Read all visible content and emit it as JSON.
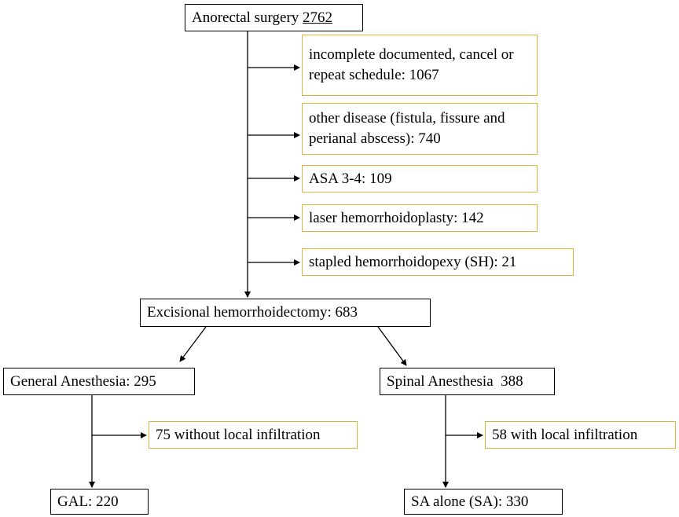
{
  "colors": {
    "exclusion_border": "#e0b33a",
    "main_border": "#000000",
    "arrow": "#000000"
  },
  "top": {
    "label": "Anorectal surgery",
    "count": "2762"
  },
  "exclusions": [
    "incomplete documented, cancel or repeat schedule: 1067",
    "other disease (fistula, fissure and perianal abscess): 740",
    "ASA 3-4: 109",
    "laser hemorrhoidoplasty: 142",
    "stapled hemorrhoidopexy (SH): 21"
  ],
  "middle": "Excisional hemorrhoidectomy: 683",
  "left": {
    "group": "General Anesthesia: 295",
    "excluded": "75 without local infiltration",
    "final": "GAL: 220"
  },
  "right": {
    "group": "Spinal Anesthesia  388",
    "excluded": "58 with local infiltration",
    "final": "SA alone (SA): 330"
  }
}
